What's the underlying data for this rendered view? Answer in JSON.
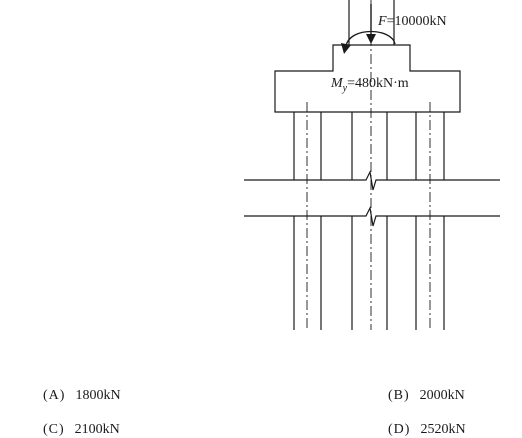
{
  "diagram": {
    "force_label_symbol": "F",
    "force_label_value": "=10000kN",
    "moment_label_symbol": "M",
    "moment_label_subscript": "y",
    "moment_label_value": "=480kN·m"
  },
  "options": [
    {
      "letter": "(A)",
      "value": "1800kN"
    },
    {
      "letter": "(B)",
      "value": "2000kN"
    },
    {
      "letter": "(C)",
      "value": "2100kN"
    },
    {
      "letter": "(D)",
      "value": "2520kN"
    }
  ]
}
